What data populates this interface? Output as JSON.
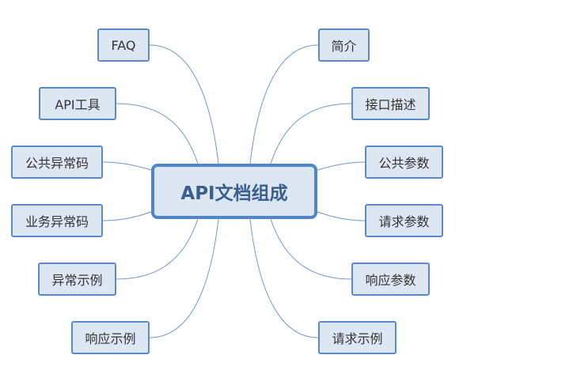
{
  "center": {
    "label": "API文档组成"
  },
  "left_branches": [
    {
      "label": "FAQ"
    },
    {
      "label": "API工具"
    },
    {
      "label": "公共异常码"
    },
    {
      "label": "业务异常码"
    },
    {
      "label": "异常示例"
    },
    {
      "label": "响应示例"
    }
  ],
  "right_branches": [
    {
      "label": "简介"
    },
    {
      "label": "接口描述"
    },
    {
      "label": "公共参数"
    },
    {
      "label": "请求参数"
    },
    {
      "label": "响应参数"
    },
    {
      "label": "请求示例"
    }
  ],
  "colors": {
    "node_fill": "#dde6f3",
    "node_border": "#5b8ac9",
    "center_border": "#4e86cc",
    "center_text": "#3a5f8e",
    "connector": "#6f98cf"
  }
}
